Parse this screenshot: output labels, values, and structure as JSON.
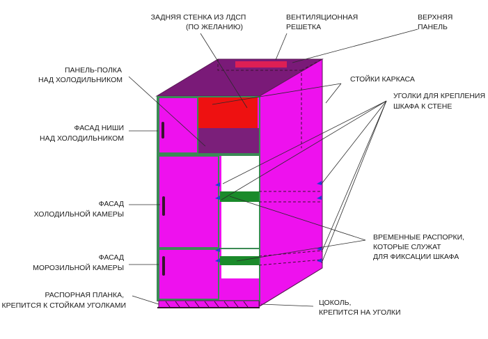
{
  "labels": {
    "back_wall": [
      "ЗАДНЯЯ СТЕНКА ИЗ ЛДСП",
      "(ПО ЖЕЛАНИЮ)"
    ],
    "vent_grille": [
      "ВЕНТИЛЯЦИОННАЯ",
      "РЕШЕТКА"
    ],
    "top_panel": [
      "ВЕРХНЯЯ",
      "ПАНЕЛЬ"
    ],
    "shelf_panel": [
      "ПАНЕЛЬ-ПОЛКА",
      "НАД ХОЛОДИЛЬНИКОМ"
    ],
    "frame_posts": [
      "СТОЙКИ КАРКАСА"
    ],
    "wall_brackets": [
      "УГОЛКИ ДЛЯ КРЕПЛЕНИЯ",
      "ШКАФА К СТЕНЕ"
    ],
    "niche_facade": [
      "ФАСАД НИШИ",
      "НАД ХОЛОДИЛЬНИКОМ"
    ],
    "fridge_facade": [
      "ФАСАД",
      "ХОЛОДИЛЬНОЙ КАМЕРЫ"
    ],
    "temp_spacers": [
      "ВРЕМЕННЫЕ РАСПОРКИ,",
      "КОТОРЫЕ СЛУЖАТ",
      "ДЛЯ ФИКСАЦИИ ШКАФА"
    ],
    "freezer_facade": [
      "ФАСАД",
      "МОРОЗИЛЬНОЙ КАМЕРЫ"
    ],
    "spacer_bar": [
      "РАСПОРНАЯ ПЛАНКА,",
      "КРЕПИТСЯ К СТОЙКАМ УГОЛКАМИ"
    ],
    "plinth": [
      "ЦОКОЛЬ,",
      "КРЕПИТСЯ НА УГОЛКИ"
    ]
  },
  "colors": {
    "side_panel": "#ee11ee",
    "top_panel": "#7a1a78",
    "shelf": "#7b1f7a",
    "back_wall": "#ee1111",
    "vent_grille": "#dd1f55",
    "frame_post": "#3b8a55",
    "spacer": "#1a8a2a",
    "bracket": "#1f3fd0",
    "handle": "#3a1230",
    "leader_line": "#2a2a2a"
  }
}
